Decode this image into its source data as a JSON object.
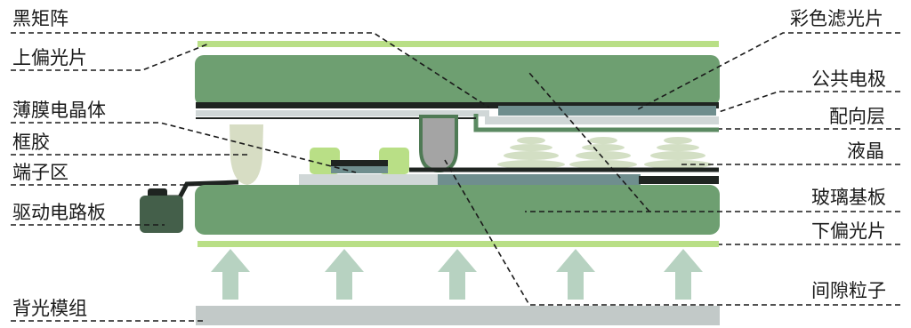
{
  "labels": {
    "black_matrix": "黑矩阵",
    "upper_polarizer": "上偏光片",
    "tft": "薄膜电晶体",
    "sealant": "框胶",
    "terminal_area": "端子区",
    "driver_board": "驱动电路板",
    "backlight_module": "背光模组",
    "color_filter": "彩色滤光片",
    "common_electrode": "公共电极",
    "alignment_layer": "配向层",
    "liquid_crystal": "液晶",
    "glass_substrate": "玻璃基板",
    "lower_polarizer": "下偏光片",
    "spacer": "间隙粒子"
  },
  "colors": {
    "glass": "#6e9f71",
    "polarizer": "#b9df86",
    "backlight": "#c2c9c8",
    "arrow": "#b7d2c1",
    "liquid_crystal": "#d3dfc4",
    "sealant": "#d7ddc4",
    "spacer": "#a4a4a4",
    "driver_board": "#445f4a",
    "electrode_dark": "#1f2421",
    "alignment": "#d0d7d7",
    "color_filter": "#6f8e8e"
  }
}
